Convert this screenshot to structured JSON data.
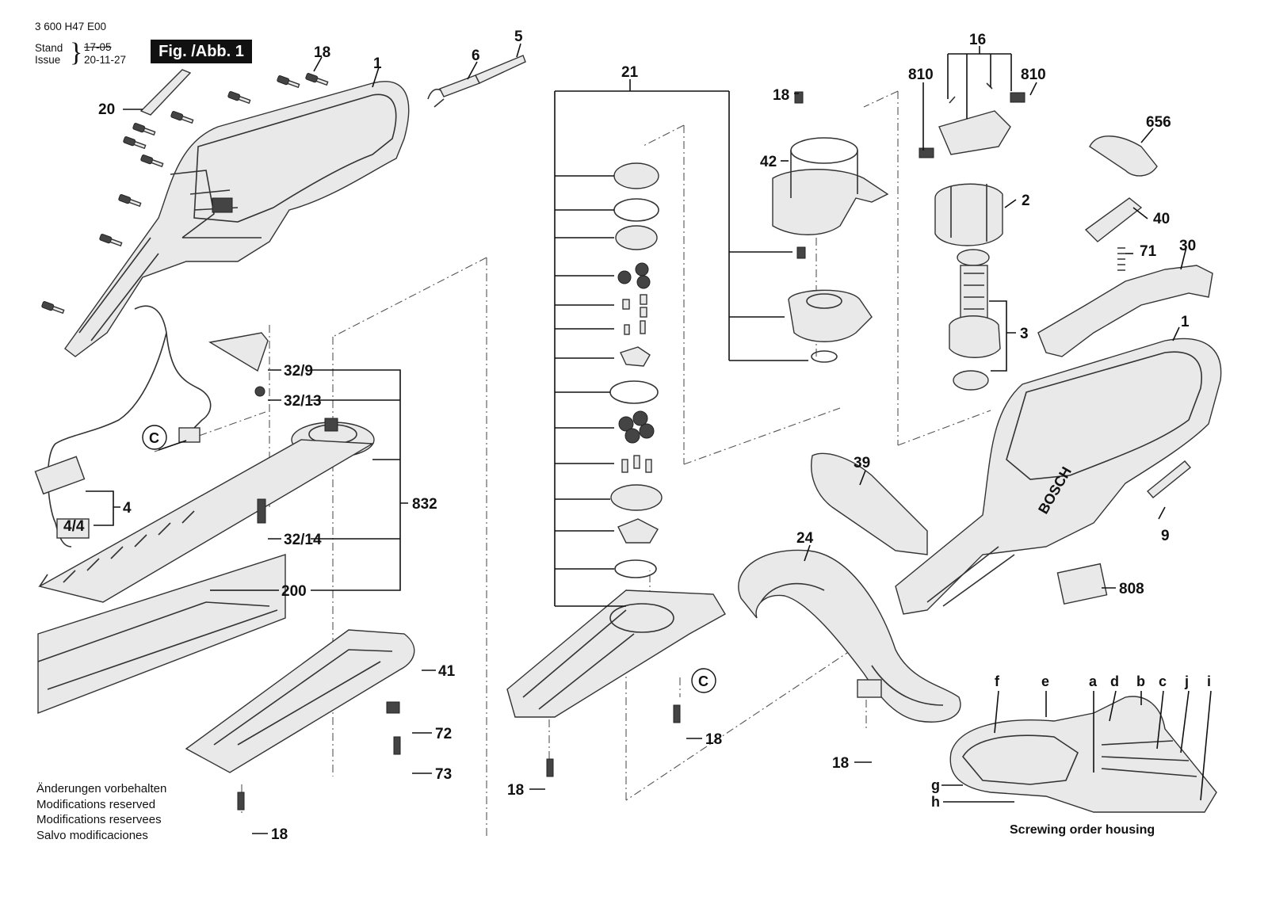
{
  "header": {
    "doc_number": "3 600 H47 E00",
    "stand_label": "Stand",
    "issue_label": "Issue",
    "stand_value": "17-05",
    "issue_value": "20-11-27",
    "figure_badge": "Fig. /Abb. 1"
  },
  "notes": [
    "Änderungen vorbehalten",
    "Modifications reserved",
    "Modifications reservees",
    "Salvo modificaciones"
  ],
  "part_labels": {
    "p1_top": "1",
    "p5": "5",
    "p6": "6",
    "p18_top": "18",
    "p20": "20",
    "p21": "21",
    "p16": "16",
    "p810_left": "810",
    "p810_right": "810",
    "p18_mid": "18",
    "p42": "42",
    "p656": "656",
    "p2": "2",
    "p40": "40",
    "p71": "71",
    "p30": "30",
    "p3": "3",
    "p1_right": "1",
    "p32_9": "32/9",
    "p32_13": "32/13",
    "p832": "832",
    "p32_14": "32/14",
    "p200": "200",
    "p4": "4",
    "p4_4": "4/4",
    "pC_left": "C",
    "pC_mid": "C",
    "p39": "39",
    "p24": "24",
    "p9": "9",
    "p808": "808",
    "p41": "41",
    "p72": "72",
    "p73": "73",
    "p18_bl": "18",
    "p18_bm": "18",
    "p18_bc": "18",
    "p18_br": "18"
  },
  "screwing_order": {
    "title": "Screwing order housing",
    "letters": [
      "f",
      "e",
      "a",
      "d",
      "b",
      "c",
      "j",
      "i",
      "g",
      "h"
    ]
  },
  "brand_mark": "BOSCH"
}
